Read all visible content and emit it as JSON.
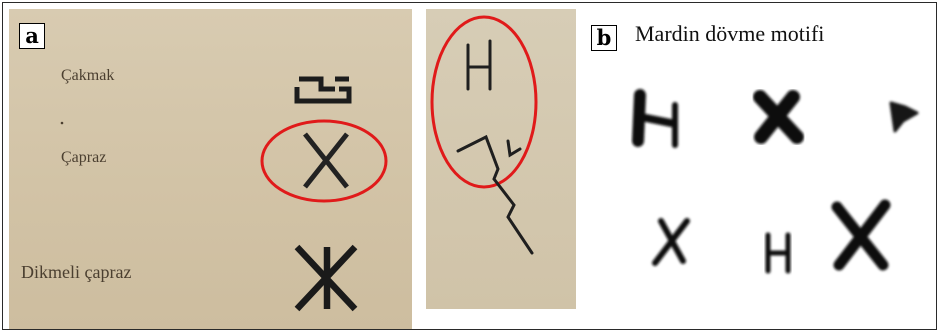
{
  "panel_a": {
    "tag": "a",
    "labels": {
      "cakmak": "Çakmak",
      "capraz": "Çapraz",
      "dikmeli_capraz": "Dikmeli çapraz"
    }
  },
  "panel_b": {
    "tag": "b",
    "title": "Mardin dövme motifi"
  },
  "colors": {
    "highlight_ring": "#e01a1a",
    "ink": "#1e1e1e",
    "paper": "#d3c5a9"
  },
  "icons": [
    "cakmak-motif-icon",
    "capraz-motif-icon",
    "dikmeli-capraz-motif-icon",
    "h-motif-icon",
    "zigzag-motif-icon",
    "tattoo-motif-icons"
  ]
}
